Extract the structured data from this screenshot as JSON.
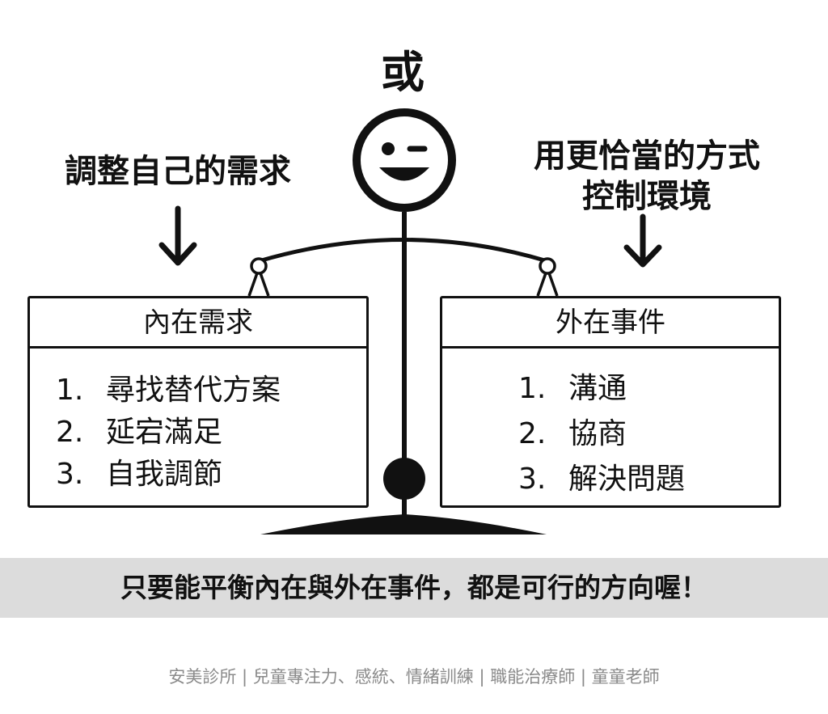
{
  "top": {
    "or_text": "或"
  },
  "left": {
    "label": "調整自己的需求",
    "box_title": "內在需求",
    "items": [
      {
        "num": "1.",
        "text": "尋找替代方案"
      },
      {
        "num": "2.",
        "text": "延宕滿足"
      },
      {
        "num": "3.",
        "text": "自我調節"
      }
    ]
  },
  "right": {
    "label_line1": "用更恰當的方式",
    "label_line2": "控制環境",
    "box_title": "外在事件",
    "items": [
      {
        "num": "1.",
        "text": "溝通"
      },
      {
        "num": "2.",
        "text": "協商"
      },
      {
        "num": "3.",
        "text": "解決問題"
      }
    ]
  },
  "banner": {
    "text": "只要能平衡內在與外在事件，都是可行的方向喔！"
  },
  "footer": {
    "text": "安美診所 | 兒童專注力、感統、情緒訓練 | 職能治療師 | 童童老師"
  },
  "colors": {
    "ink": "#111111",
    "banner_bg": "#dcdcdc",
    "footer_text": "#8a8a8a"
  },
  "icons": {
    "face": "winking-smiley-face-icon",
    "arrow": "arrow-down-icon"
  }
}
